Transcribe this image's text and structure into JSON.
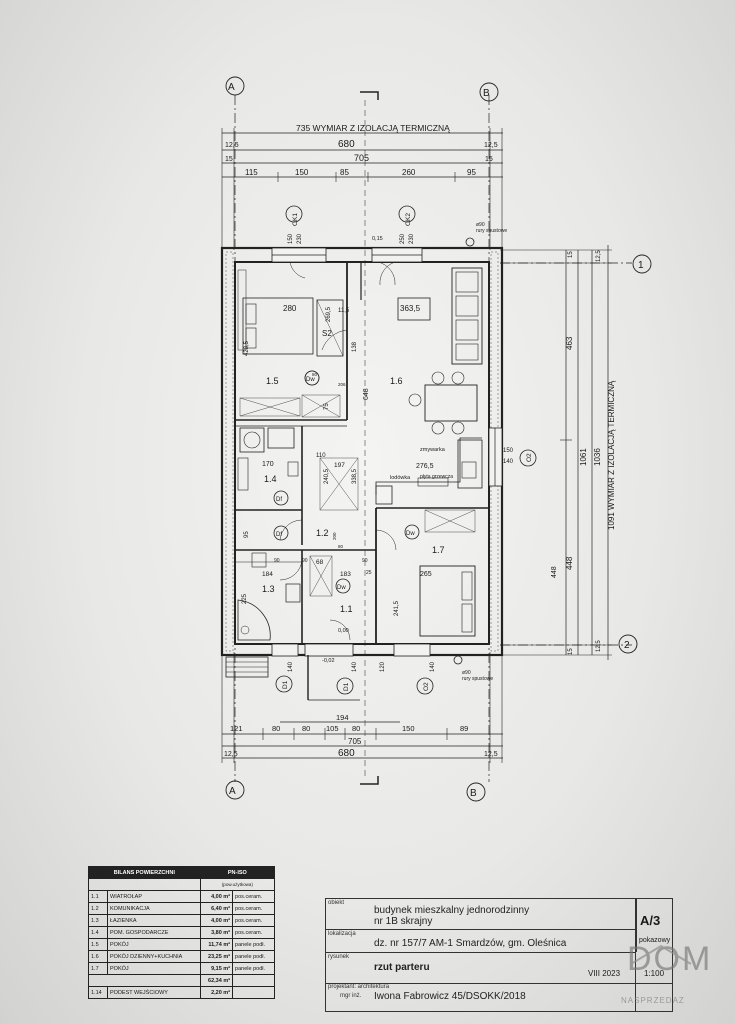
{
  "header": {
    "insulation_dim": "735 WYMIAR Z IZOLACJĄ TERMICZNĄ",
    "top_total": "680",
    "top_inner": "705",
    "side_insulation": "12,5",
    "side_15": "15",
    "top_segments": [
      "115",
      "150",
      "85",
      "260",
      "95"
    ],
    "bottom_segments": [
      "121",
      "80",
      "80",
      "105",
      "80",
      "150",
      "89"
    ],
    "bottom_194": "194",
    "bottom_705": "705",
    "bottom_680": "680",
    "right_dims": [
      "463",
      "448",
      "1061",
      "1036"
    ],
    "right_insulation": "1091 WYMIAR Z IZOLACJĄ TERMICZNĄ",
    "right_small": [
      "15",
      "12,5",
      "12,5",
      "15"
    ]
  },
  "axes": {
    "a": "A",
    "b": "B",
    "one": "1",
    "two": "2"
  },
  "windows": {
    "ok1": "OK1",
    "ok2": "OK2",
    "o2": "O2",
    "d1a": "D1",
    "d1b": "D1",
    "o2b": "O2",
    "w1a": "150",
    "w1b": "230",
    "w2a": "250",
    "w2b": "230",
    "w3a": "150",
    "w3b": "140",
    "w4a": "140",
    "w4b": "140",
    "w5a": "120",
    "w5b": "140",
    "rury1": "ø90\nrury spustowe",
    "rury2": "ø90\nrury spustowe",
    "lintel": "0,15"
  },
  "rooms": {
    "r15": "1.5",
    "r16": "1.6",
    "r14": "1.4",
    "r12": "1.2",
    "r13": "1.3",
    "r11": "1.1",
    "r17": "1.7"
  },
  "labels": {
    "s2": "S2",
    "dw": "Dw",
    "df": "Df",
    "zmywarka": "zmywarka",
    "lodowka": "lodówka",
    "plyta": "płyta grzewcza",
    "d280": "280",
    "d269": "269,5",
    "d115": "11,5",
    "d3635": "363,5",
    "d138": "138",
    "d4285": "428,5",
    "d648": "648",
    "d75": "75",
    "d170": "170",
    "d110": "110",
    "d197": "197",
    "d2765": "276,5",
    "d3385": "338,5",
    "d2405": "240,5",
    "d95": "95",
    "d184": "184",
    "d183": "183",
    "d68": "68",
    "d265": "265",
    "d2415": "241,5",
    "d448": "448",
    "d225": "225",
    "d000": "0,00",
    "d002": "-0,02",
    "d80": "80",
    "d206": "206",
    "d90": "90",
    "d25": "25",
    "d200": "200"
  },
  "balance": {
    "title": "BILANS POWIERZCHNI",
    "norm": "PN-ISO",
    "norm_sub": "(pow.użytkowa)",
    "rows": [
      {
        "no": "1.1",
        "name": "WIATROŁAP",
        "area": "4,00 m²",
        "floor": "pos.ceram."
      },
      {
        "no": "1.2",
        "name": "KOMUNIKACJA",
        "area": "6,40 m²",
        "floor": "pos.ceram."
      },
      {
        "no": "1.3",
        "name": "ŁAZIENKA",
        "area": "4,00 m²",
        "floor": "pos.ceram."
      },
      {
        "no": "1.4",
        "name": "POM. GOSPODARCZE",
        "area": "3,80 m²",
        "floor": "pos.ceram."
      },
      {
        "no": "1.5",
        "name": "POKÓJ",
        "area": "11,74 m²",
        "floor": "panele podł."
      },
      {
        "no": "1.6",
        "name": "POKÓJ DZIENNY+KUCHNIA",
        "area": "23,25 m²",
        "floor": "panele podł."
      },
      {
        "no": "1.7",
        "name": "POKÓJ",
        "area": "9,15 m²",
        "floor": "panele podł."
      }
    ],
    "total": "62,34 m²",
    "extra": {
      "no": "1.14",
      "name": "PODEST WEJŚCIOWY",
      "area": "2,20 m²"
    }
  },
  "titleblock": {
    "obiekt_label": "obiekt",
    "obiekt_1": "budynek mieszkalny jednorodzinny",
    "obiekt_2": "nr 1B skrajny",
    "lok_label": "lokalizacja",
    "lok": "dz. nr 157/7 AM-1 Smardzów, gm. Oleśnica",
    "rys_label": "rysunek",
    "rys": "rzut parteru",
    "proj_label": "projektant: architektura",
    "proj_label2": "mgr inż.",
    "proj": "Iwona Fabrowicz 45/DSOKK/2018",
    "sheet": "A/3",
    "date": "VIII 2023",
    "scale": "1:100",
    "pokazowy": "pokazowy"
  },
  "watermark": {
    "logo": "DOM",
    "sub": "NASPRZEDAZ"
  }
}
